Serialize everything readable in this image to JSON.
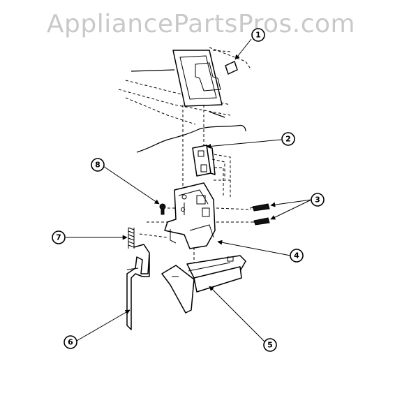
{
  "watermark": "AppliancePartsPros.com",
  "callouts": [
    "1",
    "2",
    "3",
    "4",
    "5",
    "6",
    "7",
    "8"
  ]
}
